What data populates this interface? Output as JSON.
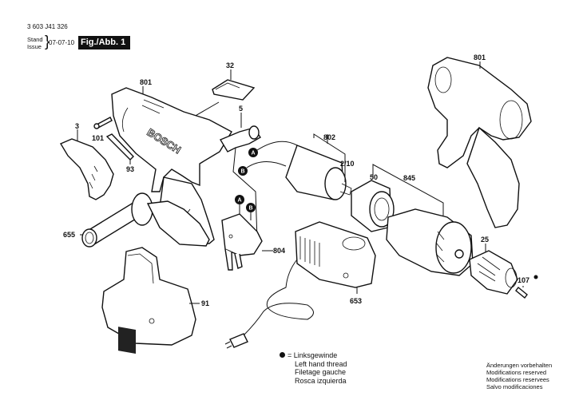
{
  "header": {
    "document_code": "3 603 J41 326",
    "stand_label": "Stand",
    "issue_label": "Issue",
    "date": "07-07-10",
    "figure_label": "Fig./Abb. 1"
  },
  "part_labels": {
    "p32": "32",
    "p801_left": "801",
    "p801_right": "801",
    "p3": "3",
    "p101": "101",
    "p93": "93",
    "p5": "5",
    "p802": "802",
    "p2_10": "2/10",
    "p50": "50",
    "p845": "845",
    "p655": "655",
    "p804": "804",
    "p91": "91",
    "p653": "653",
    "p25": "25",
    "p107": "107",
    "brand_text": "BOSCH",
    "connector_a": "A",
    "connector_b": "B"
  },
  "legend": {
    "symbol": "left-hand-thread-dot",
    "lines": [
      "= Linksgewinde",
      "Left hand thread",
      "Filetage gauche",
      "Rosca izquierda"
    ]
  },
  "notice": {
    "lines": [
      "Änderungen vorbehalten",
      "Modifications reserved",
      "Modifications reservees",
      "Salvo modificaciones"
    ]
  }
}
